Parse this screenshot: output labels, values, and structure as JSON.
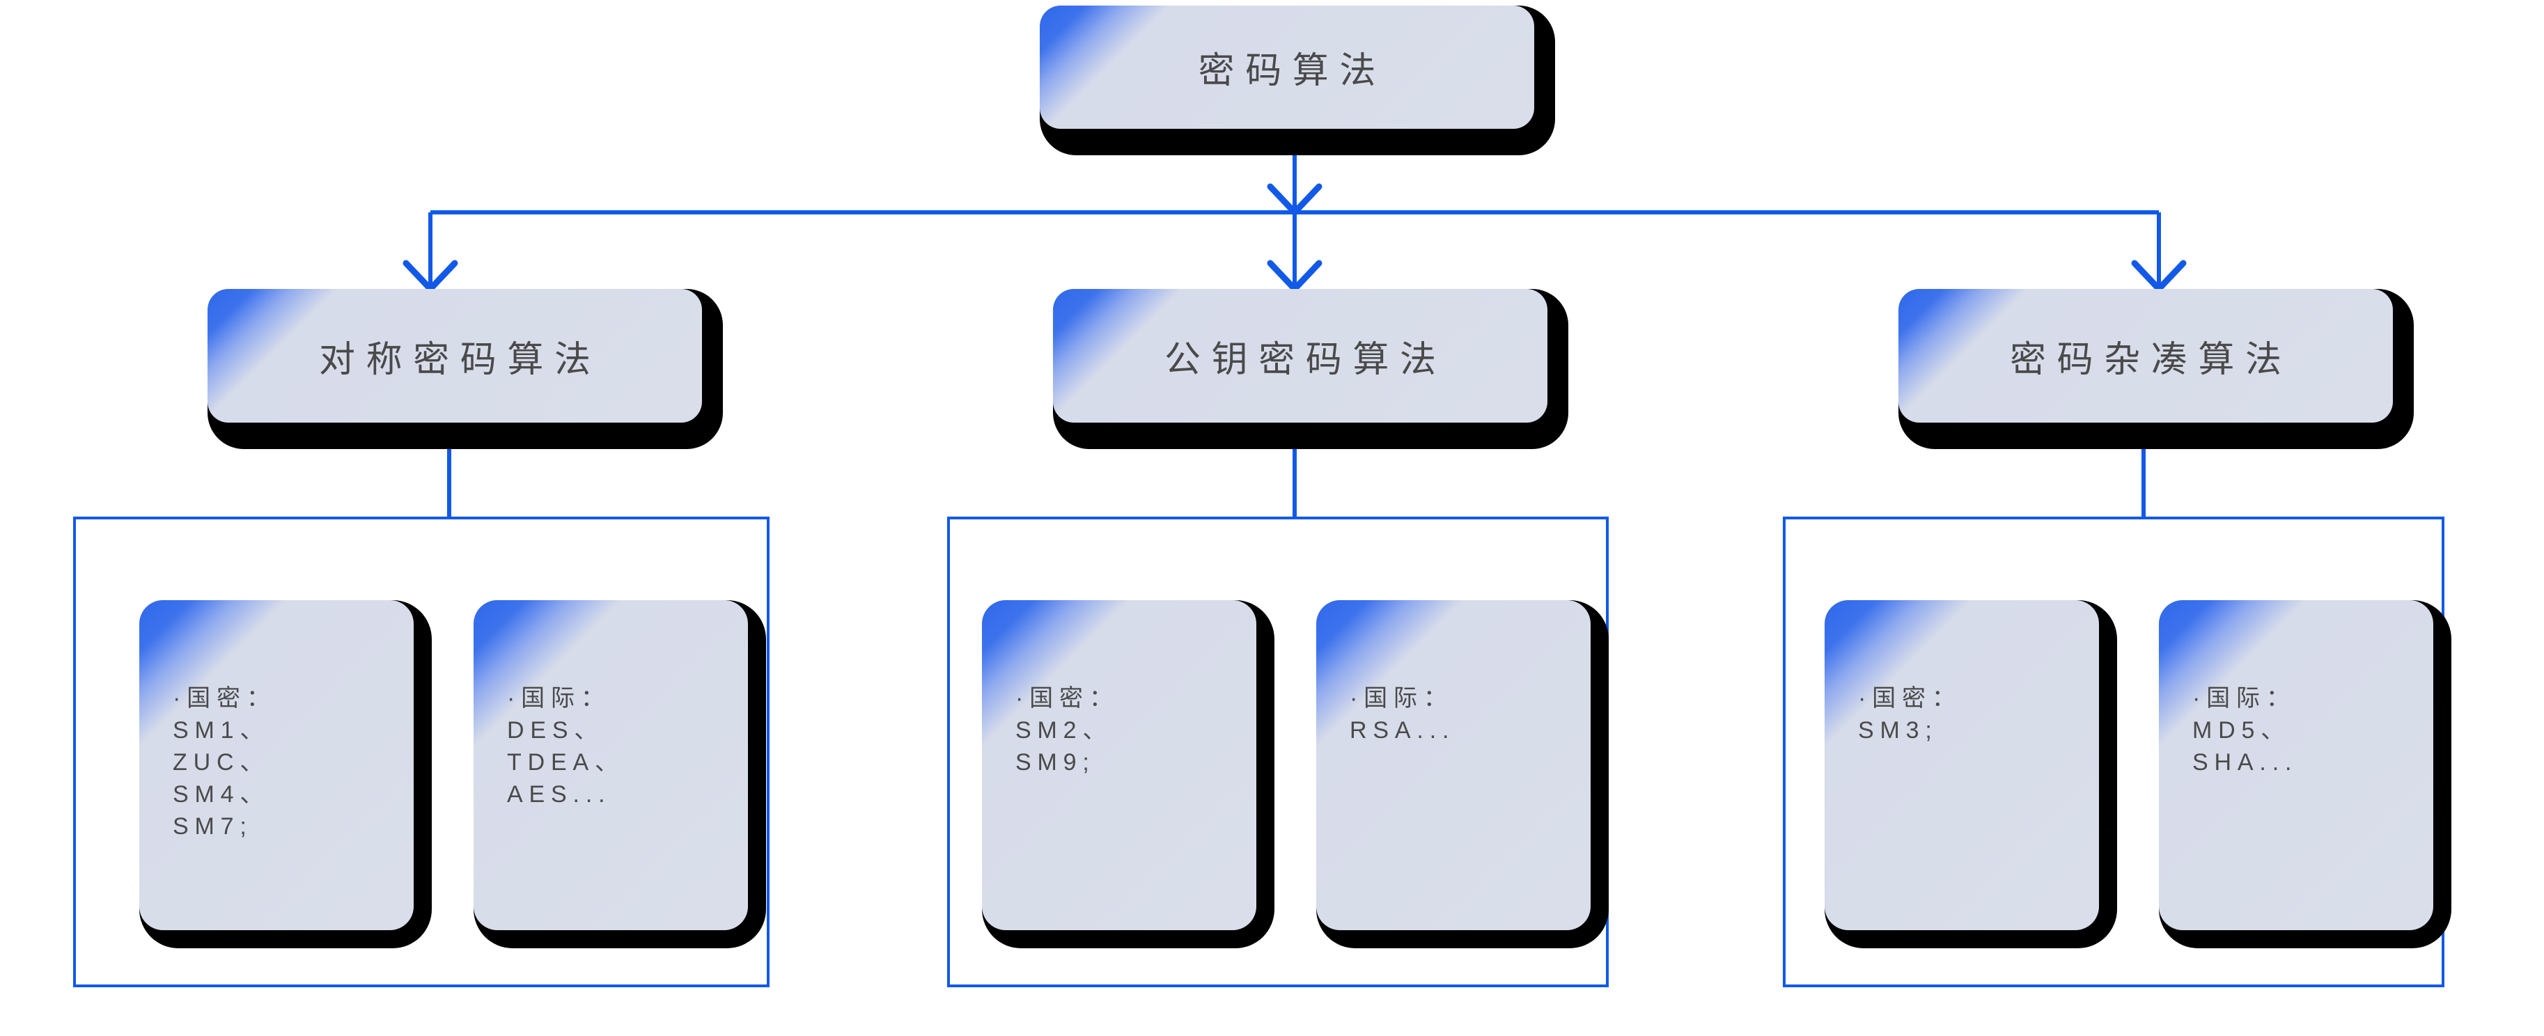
{
  "diagram": {
    "title": "密码算法",
    "root": {
      "label": "密码算法"
    },
    "groups": [
      {
        "id": "symmetric",
        "label": "对称密码算法",
        "cards": [
          {
            "id": "symmetric-domestic",
            "bullet": "·",
            "heading": "国密：",
            "text": "·国密：\nSM1、\nZUC、\nSM4、\nSM7;"
          },
          {
            "id": "symmetric-international",
            "bullet": "·",
            "heading": "国际：",
            "text": "·国际：\nDES、\nTDEA、\nAES..."
          }
        ]
      },
      {
        "id": "public-key",
        "label": "公钥密码算法",
        "cards": [
          {
            "id": "publickey-domestic",
            "bullet": "·",
            "heading": "国密：",
            "text": "·国密：\nSM2、\nSM9;"
          },
          {
            "id": "publickey-international",
            "bullet": "·",
            "heading": "国际：",
            "text": "·国际：\nRSA..."
          }
        ]
      },
      {
        "id": "hash",
        "label": "密码杂凑算法",
        "cards": [
          {
            "id": "hash-domestic",
            "bullet": "·",
            "heading": "国密：",
            "text": "·国密：\nSM3;"
          },
          {
            "id": "hash-international",
            "bullet": "·",
            "heading": "国际：",
            "text": "·国际：\nMD5、\nSHA..."
          }
        ]
      }
    ],
    "colors": {
      "connector": "#1259E8",
      "frame": "#1259E8",
      "node_gradient_start": "#2f68ea",
      "node_gradient_end": "#dadeeb",
      "node_shadow": "#000000",
      "text": "#4a4a4a",
      "background": "#ffffff"
    }
  }
}
